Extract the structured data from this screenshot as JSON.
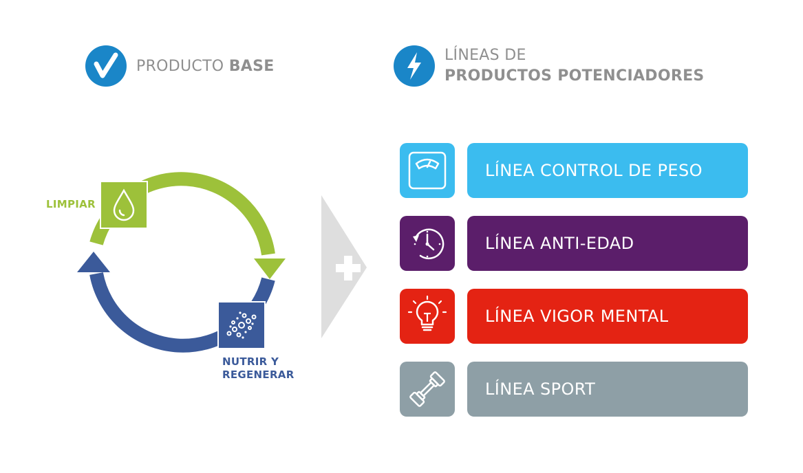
{
  "header_base": {
    "text_light": "PRODUCTO ",
    "text_bold": "BASE",
    "icon": "check-icon",
    "color": "#1a86c8"
  },
  "header_lines": {
    "text_light": "LÍNEAS DE",
    "text_bold": "PRODUCTOS POTENCIADORES",
    "icon": "lightning-icon",
    "color": "#1a86c8"
  },
  "cycle": {
    "steps": [
      {
        "label": "LIMPIAR",
        "icon": "water-drop-icon",
        "color": "#9dc13a"
      },
      {
        "label_line1": "NUTRIR Y",
        "label_line2": "REGENERAR",
        "icon": "molecule-icon",
        "color": "#3b5a9a"
      }
    ]
  },
  "connector": {
    "icon": "plus-icon",
    "color": "#d9d9d9"
  },
  "lines": [
    {
      "label": "LÍNEA CONTROL DE PESO",
      "icon": "scale-icon",
      "color": "#3bbcef"
    },
    {
      "label": "LÍNEA ANTI-EDAD",
      "icon": "clock-icon",
      "color": "#5b1e6a"
    },
    {
      "label": "LÍNEA VIGOR MENTAL",
      "icon": "lightbulb-icon",
      "color": "#e42313"
    },
    {
      "label": "LÍNEA SPORT",
      "icon": "dumbbell-icon",
      "color": "#8e9fa6"
    }
  ]
}
